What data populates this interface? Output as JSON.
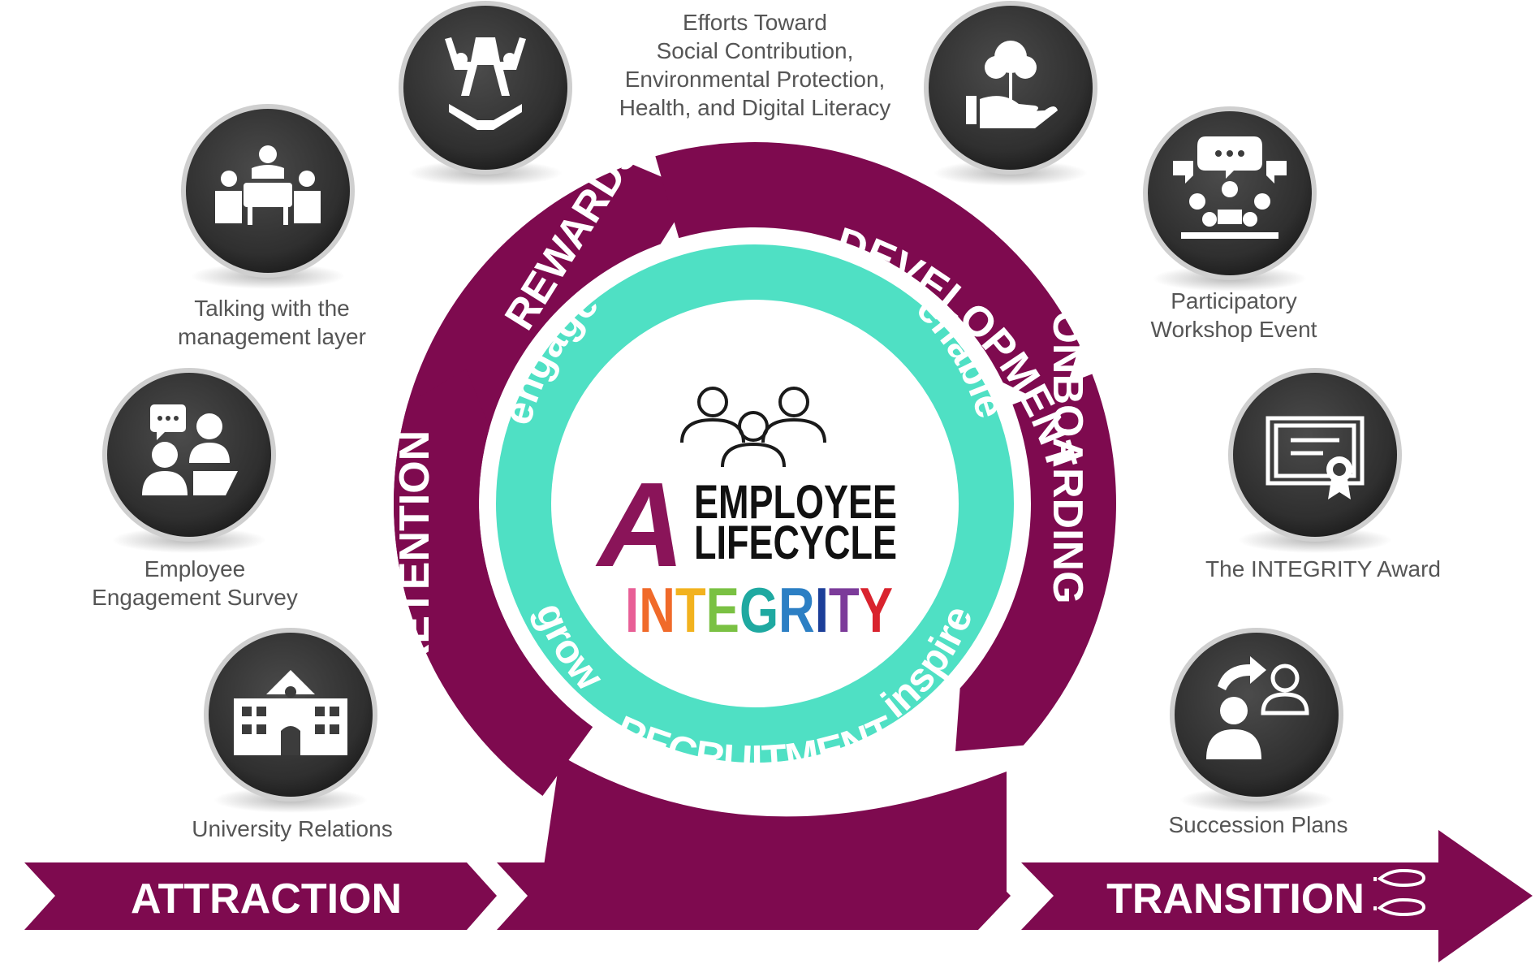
{
  "colors": {
    "magenta": "#7e0a4f",
    "teal": "#4fe0c4",
    "icon_circle": "#3c3c3c",
    "caption": "#555555",
    "logo": "#8a1459"
  },
  "center": {
    "title_line1": "EMPLOYEE",
    "title_line2": "LIFECYCLE",
    "logo_letter": "A",
    "brand": {
      "letters": [
        "I",
        "N",
        "T",
        "E",
        "G",
        "R",
        "I",
        "T",
        "Y"
      ],
      "colors": [
        "#e85f96",
        "#f06a2a",
        "#f2b21e",
        "#7ac143",
        "#1fa9a1",
        "#2c7fc4",
        "#1c3f99",
        "#7c3b9a",
        "#d9232e"
      ]
    },
    "people_icon": "people-group-icon"
  },
  "inner_ring_words": [
    "engage",
    "enable",
    "inspire",
    "grow"
  ],
  "stages": [
    "REWARDS",
    "DEVELOPMENT",
    "ONBOARDING",
    "RECRUITMENT",
    "RETENTION"
  ],
  "arrows": {
    "left": "ATTRACTION",
    "right": "TRANSITION",
    "right_icon": "footprints-icon"
  },
  "items": [
    {
      "icon": "celebrating-team-icon",
      "lines": []
    },
    {
      "icon": "plant-in-hand-icon",
      "lines": []
    },
    {
      "icon": "meeting-table-icon",
      "lines": [
        "Talking with the",
        "management layer"
      ]
    },
    {
      "icon": "workshop-discussion-icon",
      "lines": [
        "Participatory",
        "Workshop Event"
      ]
    },
    {
      "icon": "survey-interview-icon",
      "lines": [
        "Employee",
        "Engagement Survey"
      ]
    },
    {
      "icon": "certificate-award-icon",
      "lines": [
        "The INTEGRITY Award"
      ]
    },
    {
      "icon": "university-building-icon",
      "lines": [
        "University Relations"
      ]
    },
    {
      "icon": "succession-icon",
      "lines": [
        "Succession Plans"
      ]
    }
  ],
  "top_caption": [
    "Efforts Toward",
    "Social Contribution,",
    "Environmental Protection,",
    "Health, and Digital Literacy"
  ]
}
